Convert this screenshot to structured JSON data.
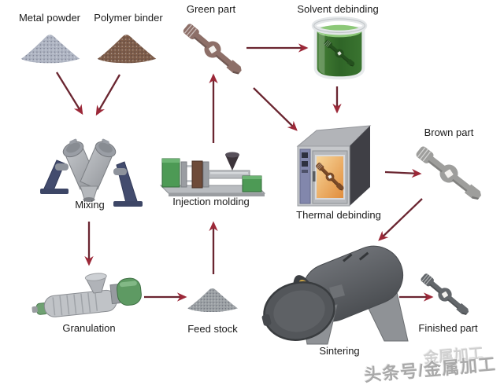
{
  "diagram": {
    "nodes": {
      "metal_powder": {
        "label": "Metal powder"
      },
      "polymer_binder": {
        "label": "Polymer binder"
      },
      "green_part": {
        "label": "Green part"
      },
      "solvent_debinding": {
        "label": "Solvent debinding"
      },
      "mixing": {
        "label": "Mixing"
      },
      "injection_molding": {
        "label": "Injection molding"
      },
      "thermal_debinding": {
        "label": "Thermal debinding"
      },
      "brown_part": {
        "label": "Brown part"
      },
      "granulation": {
        "label": "Granulation"
      },
      "feed_stock": {
        "label": "Feed stock"
      },
      "sintering": {
        "label": "Sintering"
      },
      "finished_part": {
        "label": "Finished part"
      }
    },
    "flow": [
      {
        "from": "metal_powder",
        "to": "mixing"
      },
      {
        "from": "polymer_binder",
        "to": "mixing"
      },
      {
        "from": "mixing",
        "to": "granulation"
      },
      {
        "from": "granulation",
        "to": "feed_stock"
      },
      {
        "from": "feed_stock",
        "to": "injection_molding"
      },
      {
        "from": "injection_molding",
        "to": "green_part"
      },
      {
        "from": "green_part",
        "to": "solvent_debinding"
      },
      {
        "from": "solvent_debinding",
        "to": "thermal_debinding"
      },
      {
        "from": "green_part",
        "to": "thermal_debinding"
      },
      {
        "from": "thermal_debinding",
        "to": "brown_part"
      },
      {
        "from": "brown_part",
        "to": "sintering"
      },
      {
        "from": "sintering",
        "to": "finished_part"
      }
    ],
    "colors": {
      "arrow": "#6a2530",
      "arrowhead": "#9c2838",
      "machine_green": "#4d9a55",
      "solvent_liquid": "#3f7d33",
      "furnace_glow": "#e8c25a",
      "green_part_body": "#8d6f68",
      "brown_part_body": "#9e9e9c",
      "finished_part_body": "#63676b"
    }
  },
  "watermark": {
    "text": "头条号/金属加工",
    "ghost_text": "金属加工"
  }
}
